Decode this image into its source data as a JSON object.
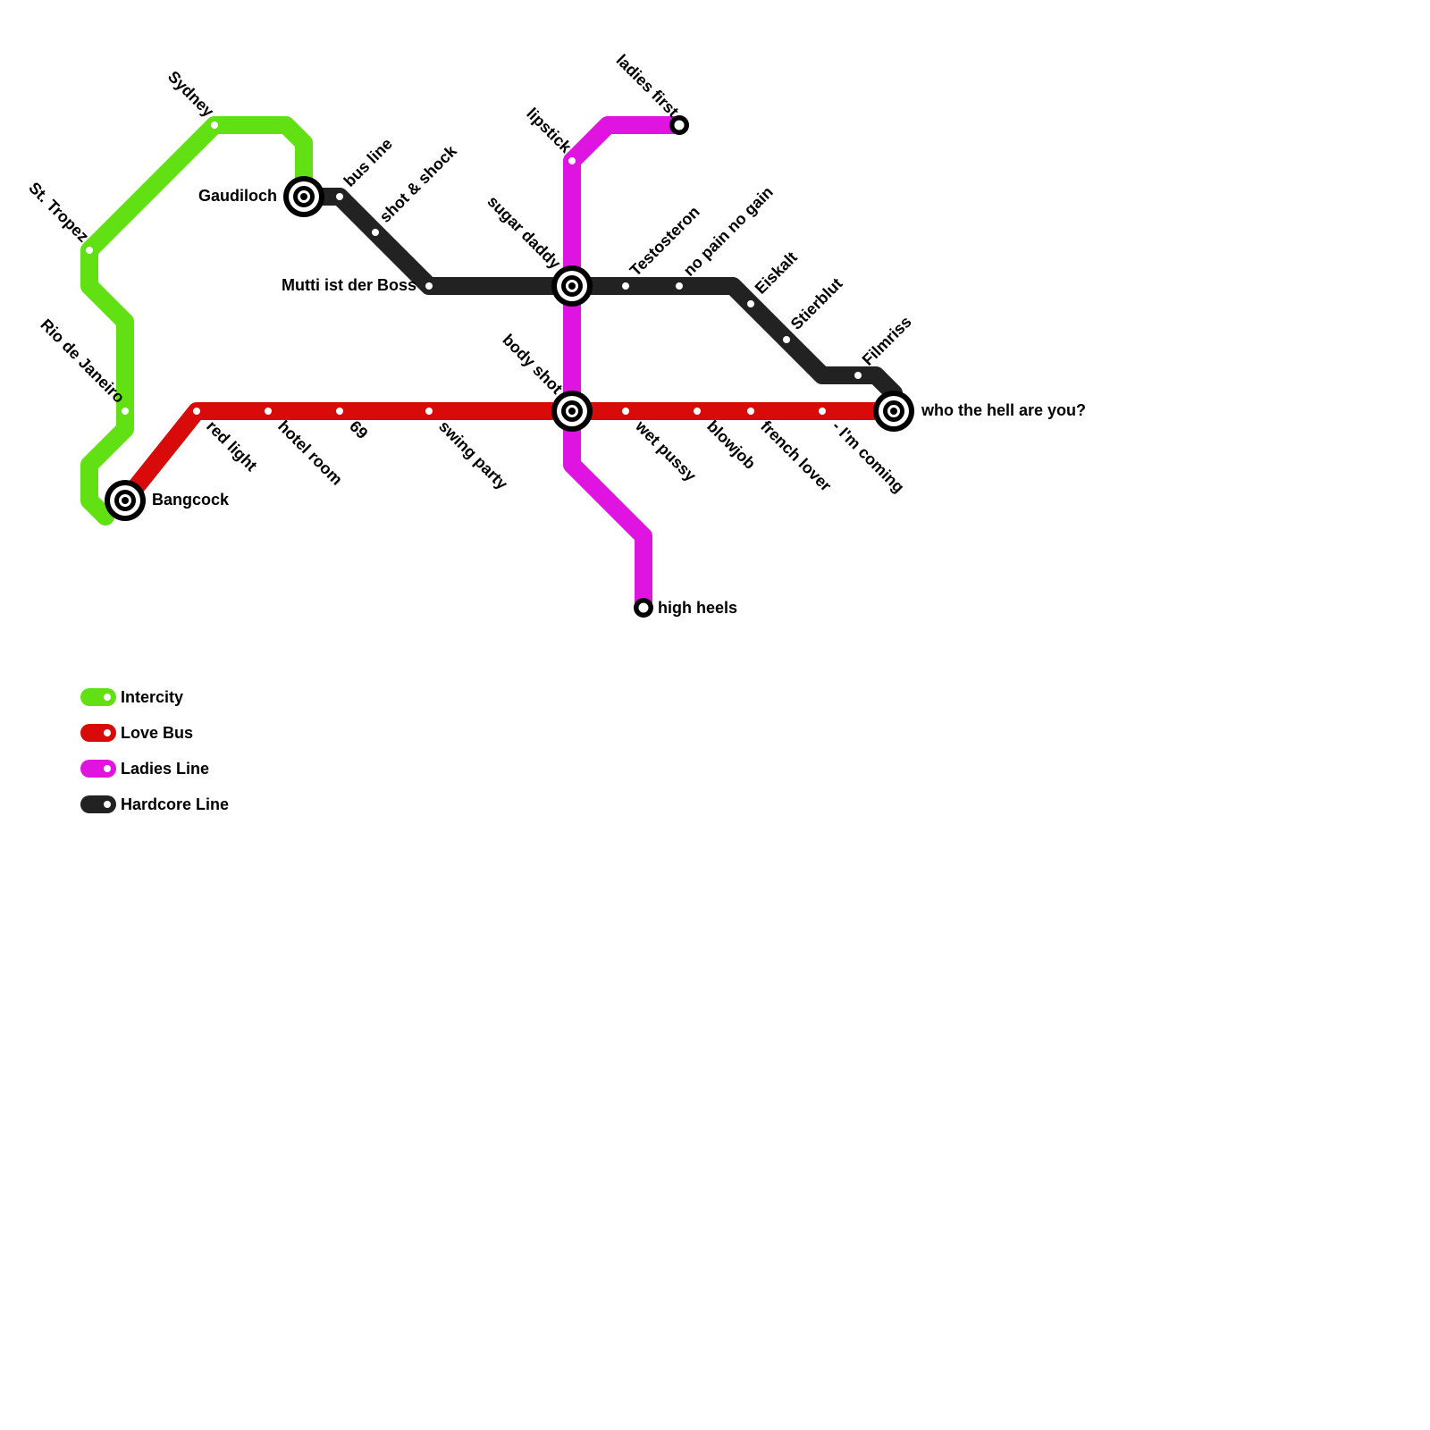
{
  "lines": {
    "intercity": {
      "name": "Intercity",
      "color": "#61e014"
    },
    "love_bus": {
      "name": "Love Bus",
      "color": "#d90a0a"
    },
    "ladies_line": {
      "name": "Ladies Line",
      "color": "#df14e0"
    },
    "hardcore_line": {
      "name": "Hardcore Line",
      "color": "#222222"
    }
  },
  "stations": {
    "sydney": "Sydney",
    "st_tropez": "St. Tropez",
    "rio_de_janeiro": "Rio de Janeiro",
    "bangcock": "Bangcock",
    "gaudiloch": "Gaudiloch",
    "bus_line": "bus line",
    "shot_and_shock": "shot & shock",
    "mutti_ist_der_boss": "Mutti ist der Boss",
    "sugar_daddy": "sugar daddy",
    "testosteron": "Testosteron",
    "no_pain_no_gain": "no pain no gain",
    "eiskalt": "Eiskalt",
    "stierblut": "Stierblut",
    "filmriss": "Filmriss",
    "who_the_hell_are_you": "who the hell are you?",
    "red_light": "red light",
    "hotel_room": "hotel room",
    "sixty_nine": "69",
    "swing_party": "swing party",
    "body_shot": "body shot",
    "wet_pussy": "wet pussy",
    "blowjob": "blowjob",
    "french_lover": "french lover",
    "im_coming": "- I'm coming",
    "lipstick": "lipstick",
    "ladies_first": "ladies first",
    "high_heels": "high heels"
  },
  "legend": [
    "Intercity",
    "Love Bus",
    "Ladies Line",
    "Hardcore Line"
  ]
}
